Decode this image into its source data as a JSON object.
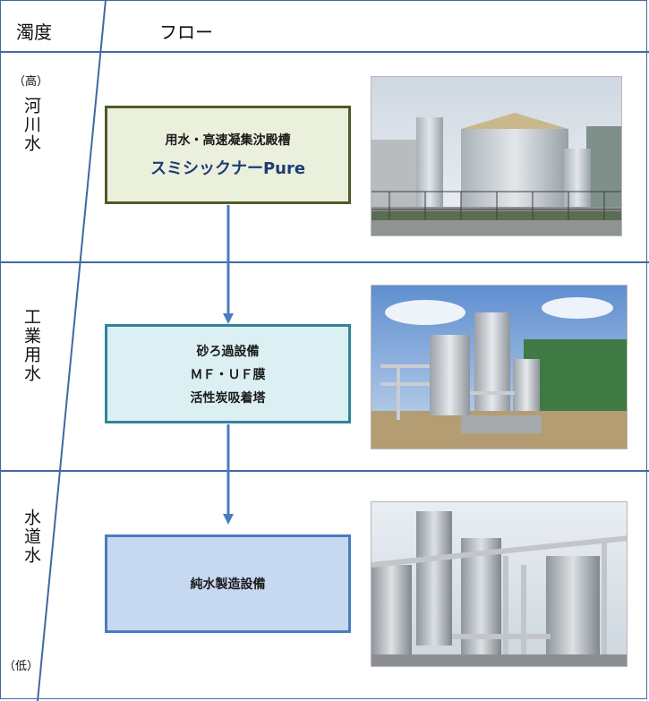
{
  "header": {
    "turbidity_label": "濁度",
    "flow_label": "フロー"
  },
  "scale": {
    "high": "（高）",
    "low": "（低）"
  },
  "sections": [
    {
      "water_type": "河川水",
      "box_lines": [
        "用水・高速凝集沈殿槽",
        "スミシックナーPure"
      ],
      "box_colors": {
        "fill": "#eaf0dc",
        "border": "#4e5a27"
      }
    },
    {
      "water_type": "工業用水",
      "box_lines": [
        "砂ろ過設備",
        "ＭＦ・ＵＦ膜",
        "活性炭吸着塔"
      ],
      "box_colors": {
        "fill": "#dcefF3",
        "border": "#31849b"
      }
    },
    {
      "water_type": "水道水",
      "box_lines": [
        "純水製造設備"
      ],
      "box_colors": {
        "fill": "#c6d9f1",
        "border": "#4a7cc0"
      }
    }
  ],
  "colors": {
    "line": "#3f6aa3",
    "arrow": "#4a7cc0",
    "title_blue": "#1f3b73"
  },
  "photos": [
    "thickener-tank-photo",
    "filtration-plant-photo",
    "pure-water-plant-photo"
  ]
}
